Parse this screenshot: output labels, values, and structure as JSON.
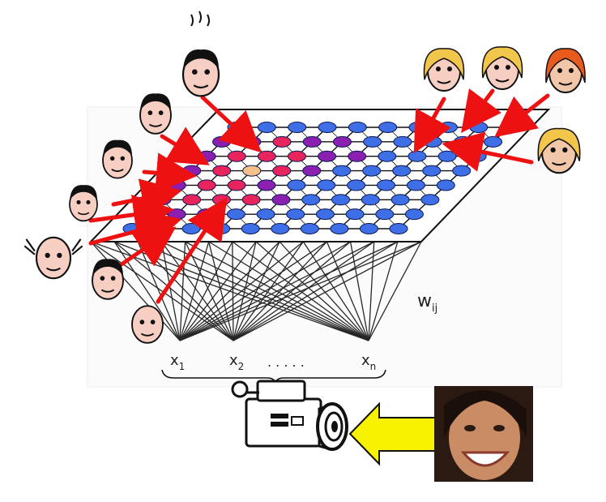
{
  "labels": {
    "weight": "w",
    "weight_sub": "ij",
    "x1": "x",
    "x1_sub": "1",
    "x2": "x",
    "x2_sub": "2",
    "ellipsis": ". . . . .",
    "xn": "x",
    "xn_sub": "n"
  },
  "grid": {
    "rows": 8,
    "cols": 10
  },
  "colors": {
    "neuron_blue": "#3f6fe6",
    "neuron_purple": "#8a1fb0",
    "neuron_red": "#e8245c",
    "neuron_winner": "#f5c08a",
    "arrow_red": "#ee1111",
    "camera_arrow_yellow": "#f7f200",
    "grid_line": "#111111"
  },
  "icons": {
    "left_faces": [
      "cartoon-man-face",
      "cartoon-man-face",
      "cartoon-man-face",
      "cartoon-man-face",
      "cartoon-man-face",
      "cartoon-man-face",
      "cartoon-man-face"
    ],
    "top_face": "cartoon-angry-man-face",
    "right_faces": [
      "cartoon-woman-face",
      "cartoon-woman-face",
      "woman-photo-face",
      "woman-photo-face"
    ],
    "camera": "video-camera-icon",
    "input_face": "smiling-woman-photo"
  }
}
